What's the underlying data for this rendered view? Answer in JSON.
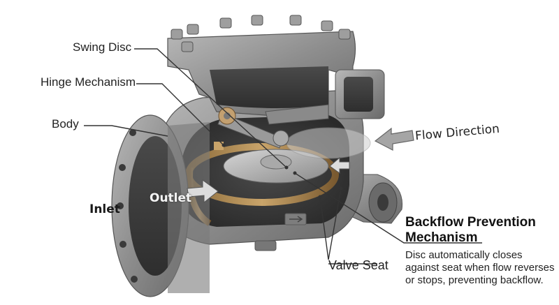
{
  "labels": {
    "swing_disc": "Swing Disc",
    "hinge_mechanism": "Hinge Mechanism",
    "body": "Body",
    "inlet": "Inlet",
    "outlet": "Outlet",
    "flow_direction": "Flow Direction",
    "valve_seat": "Valve Seat"
  },
  "callout": {
    "title_line1": "Backflow Prevention",
    "title_line2": "Mechanism",
    "desc_line1": "Disc automatically closes",
    "desc_line2": "against seat when flow reverses",
    "desc_line3": "or stops, preventing backflow."
  },
  "colors": {
    "metal": "#8c8c8c",
    "metal_dark": "#5a5a5a",
    "metal_light": "#b5b5b5",
    "bronze": "#b08a55",
    "line": "#333333",
    "arrow": "#9a9a9a"
  }
}
